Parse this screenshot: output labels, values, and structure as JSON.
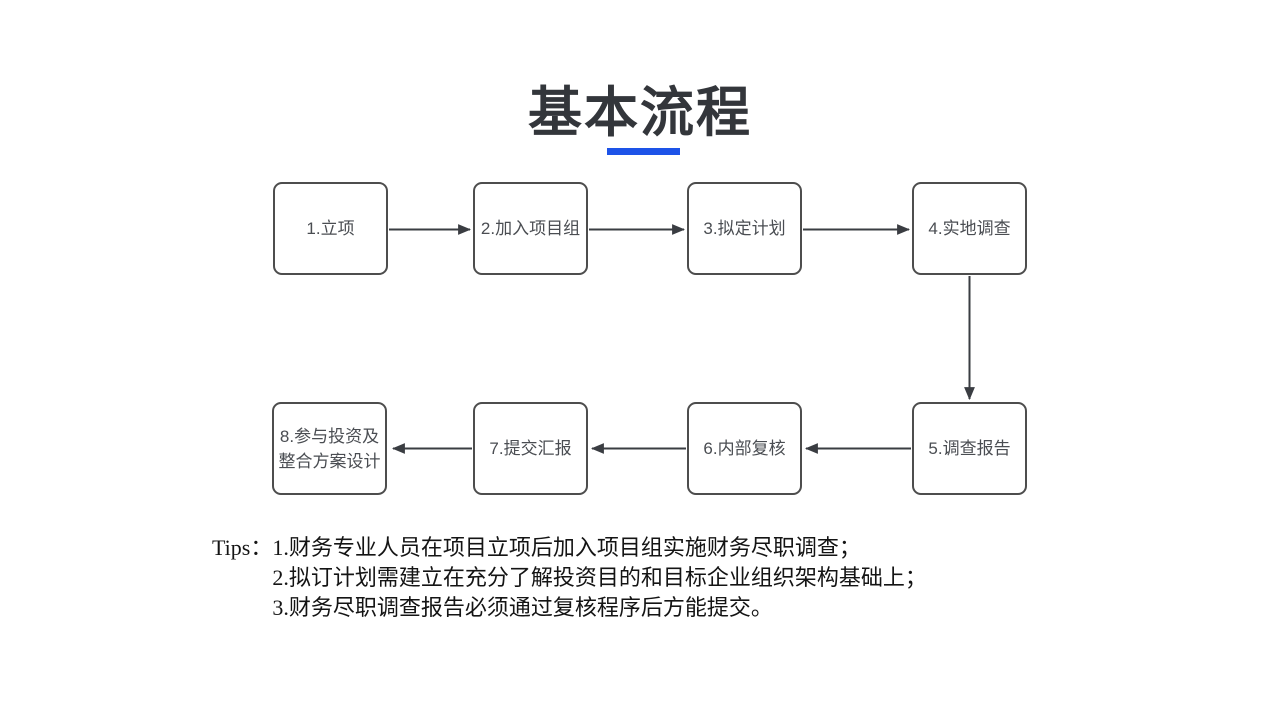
{
  "title": {
    "text": "基本流程"
  },
  "flowchart": {
    "steps": [
      {
        "id": 1,
        "label": "1.立项"
      },
      {
        "id": 2,
        "label": "2.加入项目组"
      },
      {
        "id": 3,
        "label": "3.拟定计划"
      },
      {
        "id": 4,
        "label": "4.实地调查"
      },
      {
        "id": 5,
        "label": "5.调查报告"
      },
      {
        "id": 6,
        "label": "6.内部复核"
      },
      {
        "id": 7,
        "label": "7.提交汇报"
      },
      {
        "id": 8,
        "label": "8.参与投资及\n整合方案设计"
      }
    ],
    "flow_order": "1 → 2 → 3 → 4 → 5 → 6 → 7 → 8"
  },
  "tips": {
    "label": "Tips：",
    "items": [
      "1.财务专业人员在项目立项后加入项目组实施财务尽职调查；",
      "2.拟订计划需建立在充分了解投资目的和目标企业组织架构基础上；",
      "3.财务尽职调查报告必须通过复核程序后方能提交。"
    ]
  },
  "colors": {
    "accent_blue": "#1d53e8",
    "box_border": "#4d4d4d",
    "arrow_color": "#3a3d42",
    "title_text": "#33363b",
    "box_text": "#4a4d52",
    "tips_text": "#141414"
  }
}
